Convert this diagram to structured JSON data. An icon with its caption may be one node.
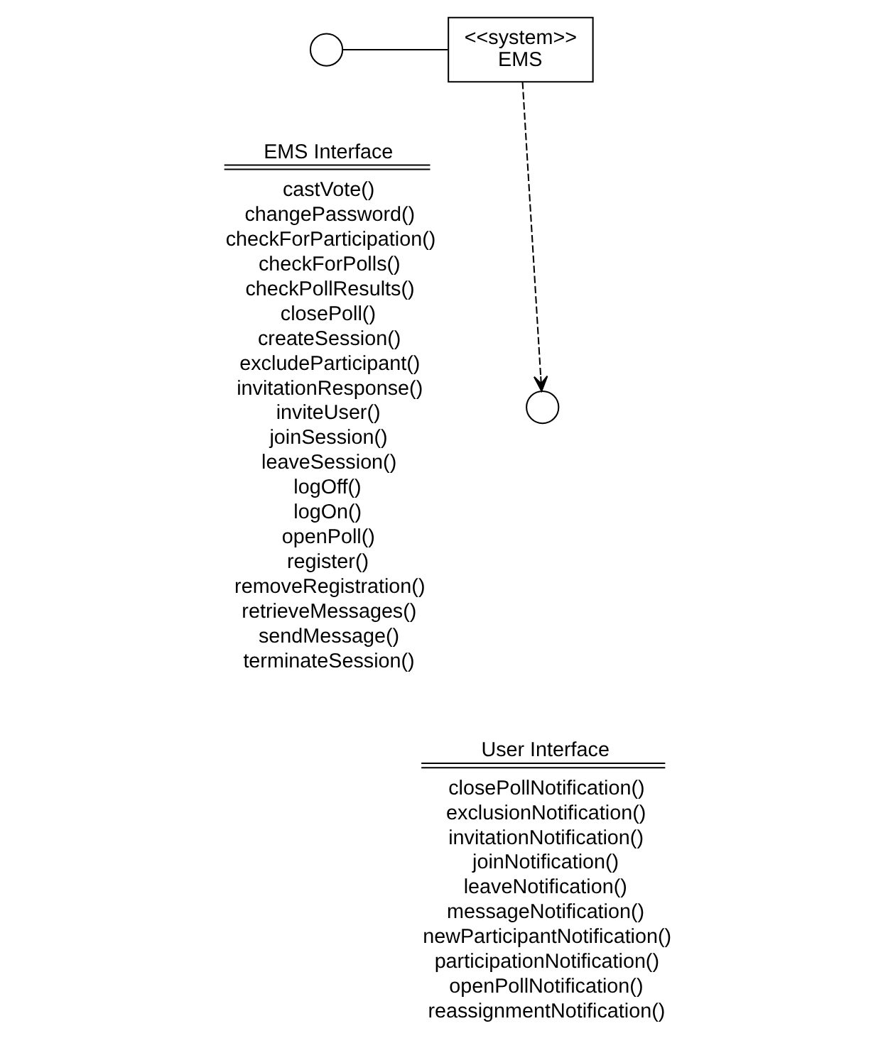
{
  "diagram": {
    "nodes": [
      {
        "text": [],
        "shape": "circle",
        "beside": [
          "EMS Interface",
          "castVote()",
          "changePassword()",
          "checkForParticipation()",
          "checkForPolls()",
          "checkPollResults()",
          "closePoll()",
          "createSession()",
          "excludeParticipant()",
          "invitationResponse()",
          "inviteUser()",
          "joinSession()",
          "leaveSession()",
          "logOff()",
          "logOn()",
          "openPoll()",
          "register()",
          "removeRegistration()",
          "retrieveMessages()",
          "sendMessage()",
          "terminateSession()"
        ]
      },
      {
        "text": [
          "<<system>>",
          "EMS"
        ]
      },
      {
        "text": [],
        "shape": "circle",
        "beside": [
          "User Interface",
          "closePollNotification()",
          "exclusionNotification()",
          "invitationNotification()",
          "joinNotification()",
          "leaveNotification()",
          "messageNotification()",
          "newParticipantNotification()",
          "participationNotification()",
          "openPollNotification()",
          "reassignmentNotification()"
        ]
      }
    ],
    "edges": [
      {
        "from": 0,
        "to": 1,
        "arrow": "none"
      },
      {
        "from": 1,
        "to": 2,
        "arrow": "to",
        "style": "dashed"
      }
    ]
  }
}
